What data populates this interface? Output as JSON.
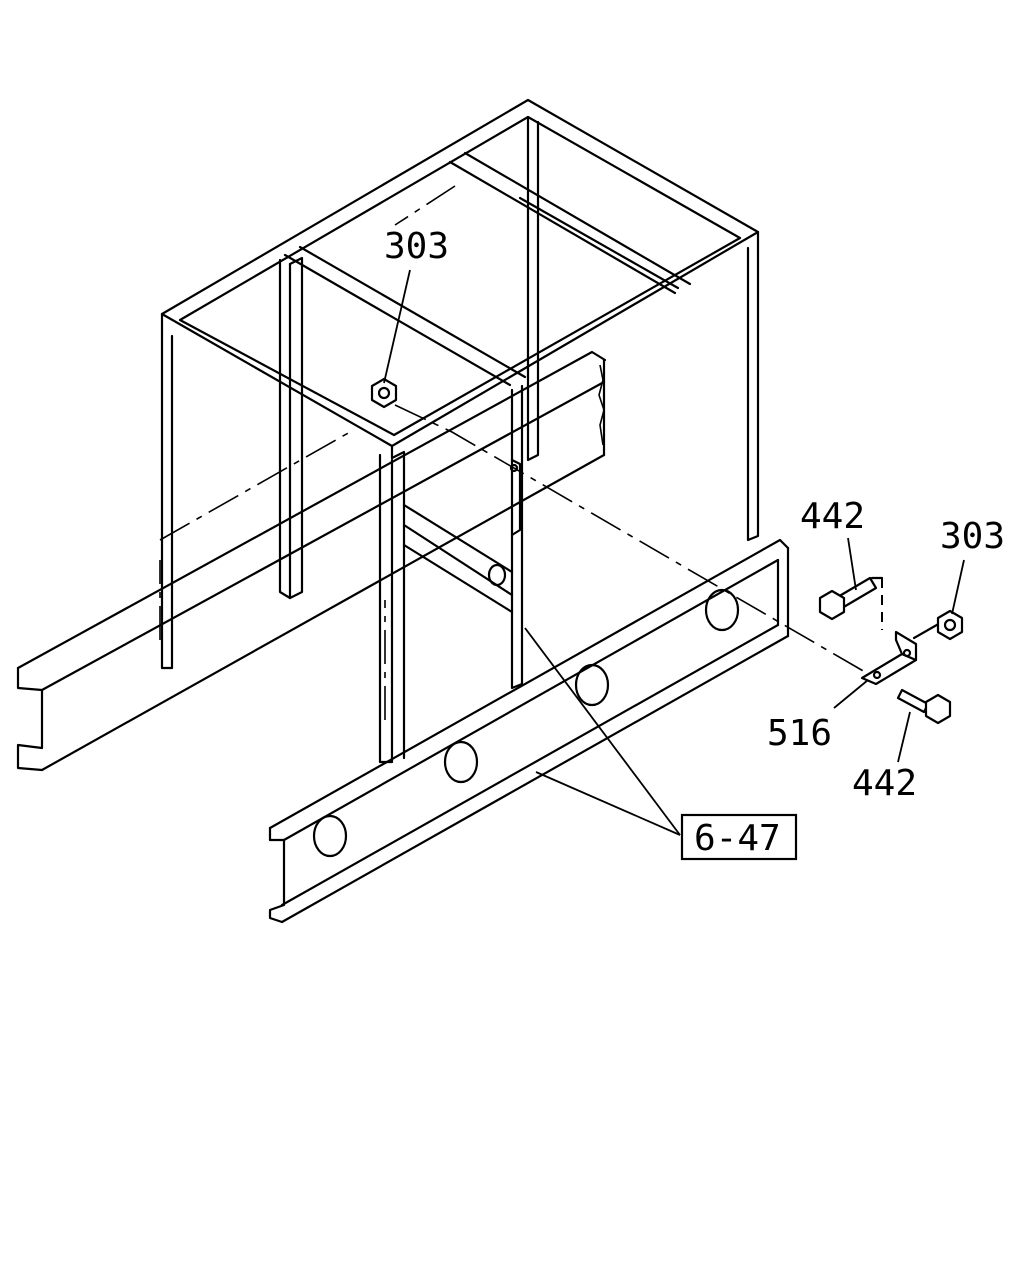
{
  "callouts": {
    "nut_top": "303",
    "bolt_upper": "442",
    "nut_right": "303",
    "bracket": "516",
    "bolt_lower": "442",
    "frame_ref": "6-47"
  }
}
